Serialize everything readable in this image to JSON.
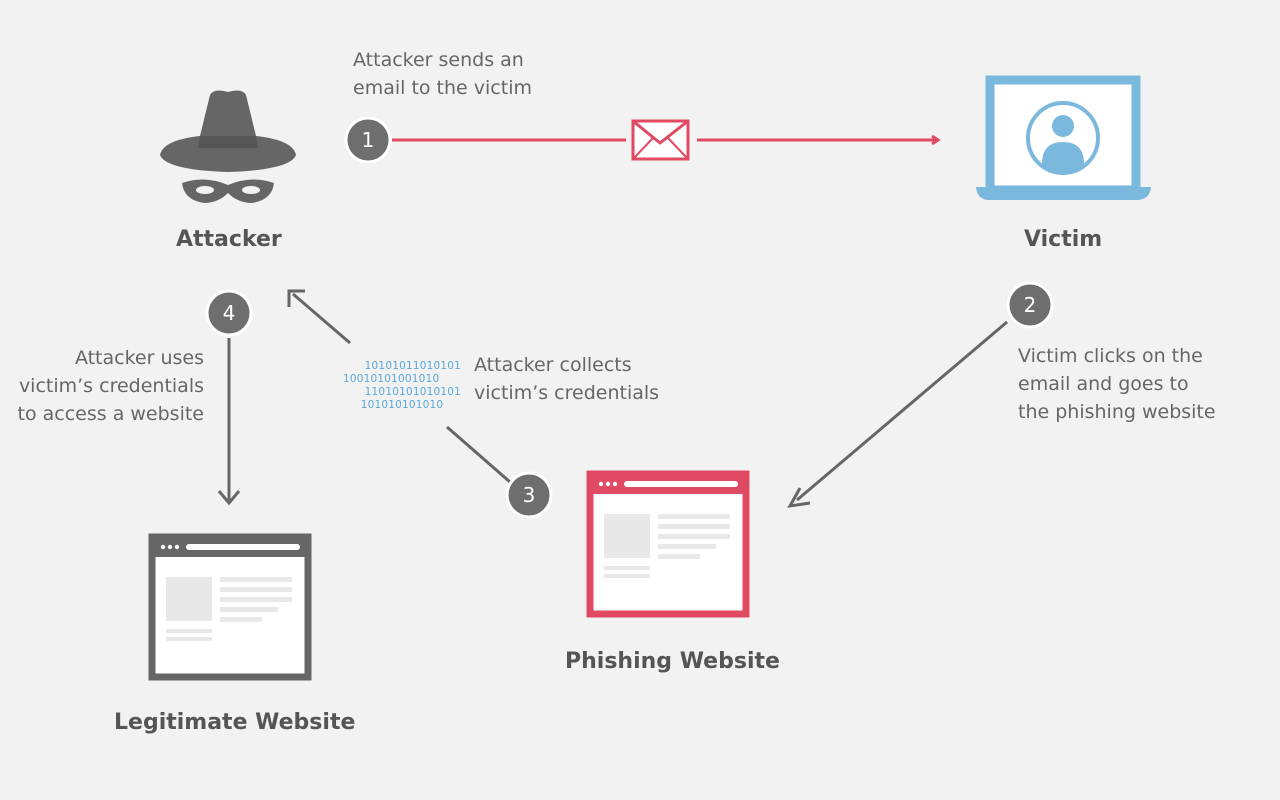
{
  "nodes": {
    "attacker": "Attacker",
    "victim": "Victim",
    "phishing": "Phishing Website",
    "legit": "Legitimate Website"
  },
  "steps": [
    {
      "number": "1",
      "text": [
        "Attacker sends an",
        "email to the victim"
      ]
    },
    {
      "number": "2",
      "text": [
        "Victim clicks on the",
        "email and goes to",
        "the phishing website"
      ]
    },
    {
      "number": "3",
      "text": [
        "Attacker collects",
        "victim’s credentials"
      ]
    },
    {
      "number": "4",
      "text": [
        "Attacker uses",
        "victim’s credentials",
        "to access a website"
      ]
    }
  ],
  "binary": [
    "10101011010101",
    "10010101001010",
    "11010101010101",
    "101010101010"
  ],
  "colors": {
    "background": "#f2f2f2",
    "attack_red": "#e04a62",
    "victim_blue": "#7ab8de",
    "neutral_gray": "#666666",
    "badge_gray": "#6e6e6e"
  },
  "icons": {
    "attacker": "hat-mask-icon",
    "victim": "laptop-user-icon",
    "email": "envelope-icon",
    "phishing": "browser-window-icon",
    "legit": "browser-window-icon"
  }
}
